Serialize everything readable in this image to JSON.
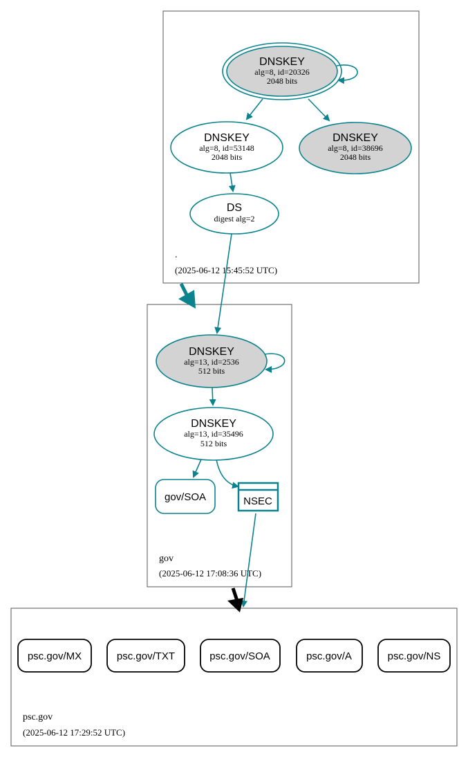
{
  "colors": {
    "edge": "#0a838f",
    "node_fill_gray": "#d3d3d3",
    "node_fill_white": "#ffffff",
    "zone_border": "#555555",
    "delegation_arrow_root_gov": "#0a838f",
    "delegation_arrow_gov_psc": "#000000"
  },
  "zones": {
    "root": {
      "name": ".",
      "timestamp": "(2025-06-12 15:45:52 UTC)"
    },
    "gov": {
      "name": "gov",
      "timestamp": "(2025-06-12 17:08:36 UTC)"
    },
    "psc": {
      "name": "psc.gov",
      "timestamp": "(2025-06-12 17:29:52 UTC)"
    }
  },
  "nodes": {
    "root_ksk": {
      "type": "DNSKEY",
      "detail": "alg=8, id=20326",
      "bits": "2048 bits"
    },
    "root_zsk": {
      "type": "DNSKEY",
      "detail": "alg=8, id=53148",
      "bits": "2048 bits"
    },
    "root_key3": {
      "type": "DNSKEY",
      "detail": "alg=8, id=38696",
      "bits": "2048 bits"
    },
    "gov_ds": {
      "type": "DS",
      "detail": "digest alg=2"
    },
    "gov_ksk": {
      "type": "DNSKEY",
      "detail": "alg=13, id=2536",
      "bits": "512 bits"
    },
    "gov_zsk": {
      "type": "DNSKEY",
      "detail": "alg=13, id=35496",
      "bits": "512 bits"
    },
    "gov_soa": {
      "label": "gov/SOA"
    },
    "gov_nsec": {
      "label": "NSEC"
    }
  },
  "psc_records": [
    "psc.gov/MX",
    "psc.gov/TXT",
    "psc.gov/SOA",
    "psc.gov/A",
    "psc.gov/NS"
  ]
}
